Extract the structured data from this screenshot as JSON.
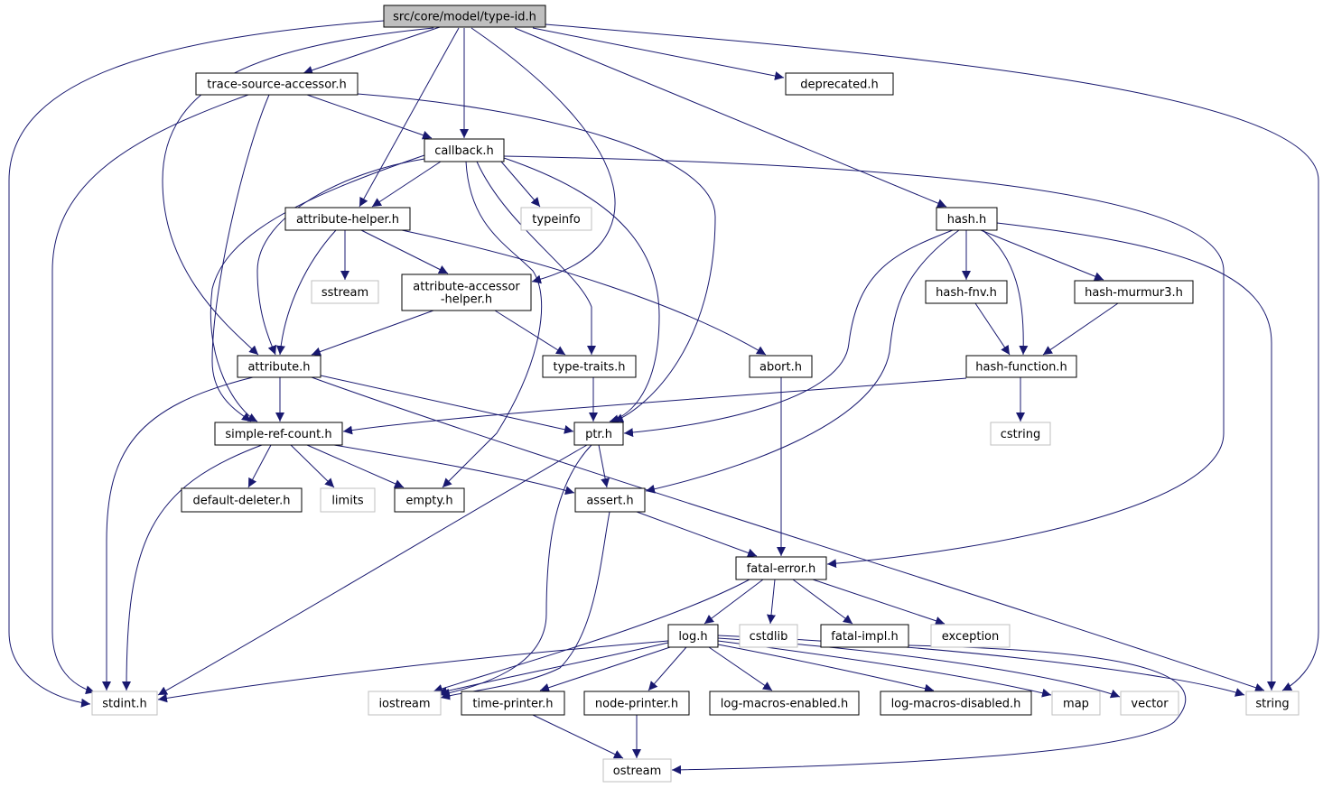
{
  "colors": {
    "edge": "#191970",
    "project_border": "#000000",
    "system_border": "#bfbfbf",
    "root_fill": "#bfbfbf",
    "text": "#000000"
  },
  "nodes": {
    "type_id": {
      "label": "src/core/model/type-id.h",
      "kind": "root"
    },
    "trace_source_accessor": {
      "label": "trace-source-accessor.h",
      "kind": "project"
    },
    "deprecated": {
      "label": "deprecated.h",
      "kind": "project"
    },
    "callback": {
      "label": "callback.h",
      "kind": "project"
    },
    "attribute_helper": {
      "label": "attribute-helper.h",
      "kind": "project"
    },
    "typeinfo": {
      "label": "typeinfo",
      "kind": "system"
    },
    "hash": {
      "label": "hash.h",
      "kind": "project"
    },
    "sstream": {
      "label": "sstream",
      "kind": "system"
    },
    "attribute_accessor_helper": {
      "label": "attribute-accessor\n-helper.h",
      "kind": "project"
    },
    "hash_fnv": {
      "label": "hash-fnv.h",
      "kind": "project"
    },
    "hash_murmur3": {
      "label": "hash-murmur3.h",
      "kind": "project"
    },
    "attribute": {
      "label": "attribute.h",
      "kind": "project"
    },
    "type_traits": {
      "label": "type-traits.h",
      "kind": "project"
    },
    "abort": {
      "label": "abort.h",
      "kind": "project"
    },
    "hash_function": {
      "label": "hash-function.h",
      "kind": "project"
    },
    "simple_ref_count": {
      "label": "simple-ref-count.h",
      "kind": "project"
    },
    "ptr": {
      "label": "ptr.h",
      "kind": "project"
    },
    "cstring": {
      "label": "cstring",
      "kind": "system"
    },
    "default_deleter": {
      "label": "default-deleter.h",
      "kind": "project"
    },
    "limits": {
      "label": "limits",
      "kind": "system"
    },
    "empty": {
      "label": "empty.h",
      "kind": "project"
    },
    "assert": {
      "label": "assert.h",
      "kind": "project"
    },
    "fatal_error": {
      "label": "fatal-error.h",
      "kind": "project"
    },
    "log": {
      "label": "log.h",
      "kind": "project"
    },
    "cstdlib": {
      "label": "cstdlib",
      "kind": "system"
    },
    "fatal_impl": {
      "label": "fatal-impl.h",
      "kind": "project"
    },
    "exception": {
      "label": "exception",
      "kind": "system"
    },
    "stdint": {
      "label": "stdint.h",
      "kind": "system"
    },
    "iostream": {
      "label": "iostream",
      "kind": "system"
    },
    "time_printer": {
      "label": "time-printer.h",
      "kind": "project"
    },
    "node_printer": {
      "label": "node-printer.h",
      "kind": "project"
    },
    "log_macros_enabled": {
      "label": "log-macros-enabled.h",
      "kind": "project"
    },
    "log_macros_disabled": {
      "label": "log-macros-disabled.h",
      "kind": "project"
    },
    "map": {
      "label": "map",
      "kind": "system"
    },
    "vector": {
      "label": "vector",
      "kind": "system"
    },
    "string": {
      "label": "string",
      "kind": "system"
    },
    "ostream": {
      "label": "ostream",
      "kind": "system"
    }
  },
  "edges": [
    [
      "type_id",
      "trace_source_accessor"
    ],
    [
      "type_id",
      "deprecated"
    ],
    [
      "type_id",
      "callback"
    ],
    [
      "type_id",
      "attribute_helper"
    ],
    [
      "type_id",
      "attribute_accessor_helper"
    ],
    [
      "type_id",
      "attribute"
    ],
    [
      "type_id",
      "hash"
    ],
    [
      "type_id",
      "stdint"
    ],
    [
      "type_id",
      "string"
    ],
    [
      "trace_source_accessor",
      "callback"
    ],
    [
      "trace_source_accessor",
      "simple_ref_count"
    ],
    [
      "trace_source_accessor",
      "ptr"
    ],
    [
      "trace_source_accessor",
      "stdint"
    ],
    [
      "callback",
      "attribute_helper"
    ],
    [
      "callback",
      "typeinfo"
    ],
    [
      "callback",
      "attribute"
    ],
    [
      "callback",
      "simple_ref_count"
    ],
    [
      "callback",
      "ptr"
    ],
    [
      "callback",
      "type_traits"
    ],
    [
      "callback",
      "empty"
    ],
    [
      "callback",
      "fatal_error"
    ],
    [
      "attribute_helper",
      "sstream"
    ],
    [
      "attribute_helper",
      "attribute_accessor_helper"
    ],
    [
      "attribute_helper",
      "attribute"
    ],
    [
      "attribute_helper",
      "abort"
    ],
    [
      "attribute_accessor_helper",
      "attribute"
    ],
    [
      "attribute_accessor_helper",
      "type_traits"
    ],
    [
      "hash",
      "hash_fnv"
    ],
    [
      "hash",
      "hash_murmur3"
    ],
    [
      "hash",
      "hash_function"
    ],
    [
      "hash",
      "ptr"
    ],
    [
      "hash",
      "assert"
    ],
    [
      "hash",
      "string"
    ],
    [
      "hash_fnv",
      "hash_function"
    ],
    [
      "hash_murmur3",
      "hash_function"
    ],
    [
      "hash_function",
      "cstring"
    ],
    [
      "hash_function",
      "simple_ref_count"
    ],
    [
      "attribute",
      "simple_ref_count"
    ],
    [
      "attribute",
      "ptr"
    ],
    [
      "attribute",
      "stdint"
    ],
    [
      "attribute",
      "string"
    ],
    [
      "type_traits",
      "ptr"
    ],
    [
      "abort",
      "fatal_error"
    ],
    [
      "simple_ref_count",
      "default_deleter"
    ],
    [
      "simple_ref_count",
      "limits"
    ],
    [
      "simple_ref_count",
      "empty"
    ],
    [
      "simple_ref_count",
      "assert"
    ],
    [
      "simple_ref_count",
      "stdint"
    ],
    [
      "ptr",
      "assert"
    ],
    [
      "ptr",
      "iostream"
    ],
    [
      "ptr",
      "stdint"
    ],
    [
      "assert",
      "fatal_error"
    ],
    [
      "assert",
      "iostream"
    ],
    [
      "fatal_error",
      "log"
    ],
    [
      "fatal_error",
      "cstdlib"
    ],
    [
      "fatal_error",
      "fatal_impl"
    ],
    [
      "fatal_error",
      "exception"
    ],
    [
      "fatal_error",
      "iostream"
    ],
    [
      "log",
      "stdint"
    ],
    [
      "log",
      "iostream"
    ],
    [
      "log",
      "time_printer"
    ],
    [
      "log",
      "node_printer"
    ],
    [
      "log",
      "log_macros_enabled"
    ],
    [
      "log",
      "log_macros_disabled"
    ],
    [
      "log",
      "map"
    ],
    [
      "log",
      "vector"
    ],
    [
      "log",
      "string"
    ],
    [
      "fatal_impl",
      "ostream"
    ],
    [
      "time_printer",
      "ostream"
    ],
    [
      "node_printer",
      "ostream"
    ]
  ]
}
